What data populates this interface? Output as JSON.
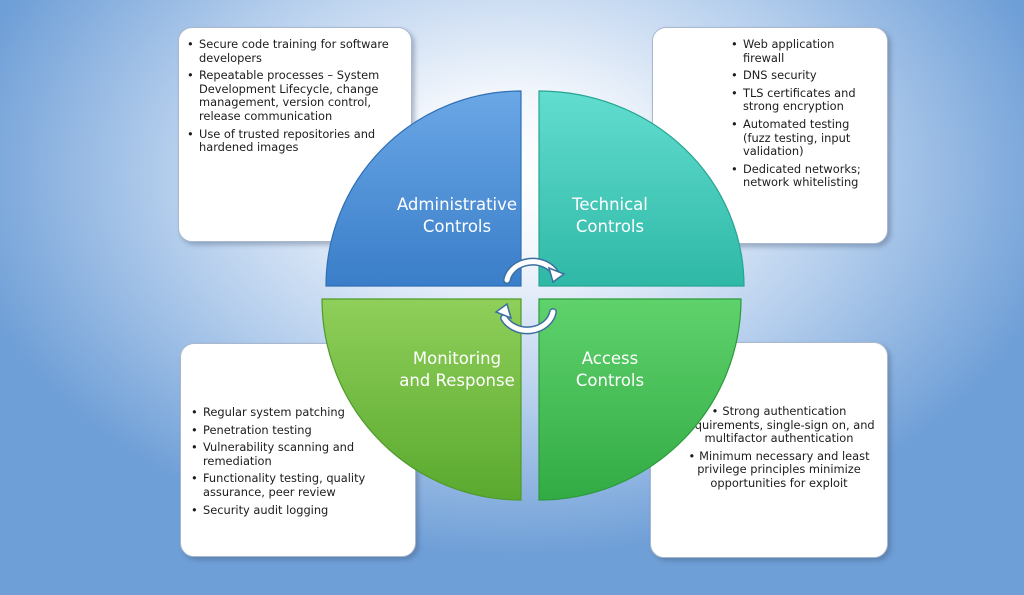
{
  "quadrants": {
    "administrative": {
      "line1": "Administrative",
      "line2": "Controls",
      "color": "#4a8fd8"
    },
    "technical": {
      "line1": "Technical",
      "line2": "Controls",
      "color": "#3cc9b6"
    },
    "monitoring": {
      "line1": "Monitoring",
      "line2": "and Response",
      "color": "#6dba3e"
    },
    "access": {
      "line1": "Access",
      "line2": "Controls",
      "color": "#3fbf52"
    }
  },
  "panels": {
    "administrative": {
      "items": [
        "Secure code training for software developers",
        "Repeatable processes – System Development Lifecycle, change management, version control, release communication",
        "Use of trusted repositories and hardened images"
      ]
    },
    "technical": {
      "items": [
        "Web application firewall",
        "DNS security",
        "TLS certificates and strong encryption",
        "Automated testing (fuzz testing, input validation)",
        "Dedicated networks; network whitelisting"
      ]
    },
    "monitoring": {
      "items": [
        "Regular system patching",
        "Penetration testing",
        "Vulnerability scanning and remediation",
        "Functionality testing, quality assurance, peer review",
        "Security audit logging"
      ]
    },
    "access": {
      "items": [
        "Strong authentication requirements, single-sign on,  and multifactor authentication",
        "Minimum necessary and least privilege principles minimize opportunities for exploit"
      ]
    }
  },
  "icons": {
    "center": "cycle-arrows-icon"
  }
}
